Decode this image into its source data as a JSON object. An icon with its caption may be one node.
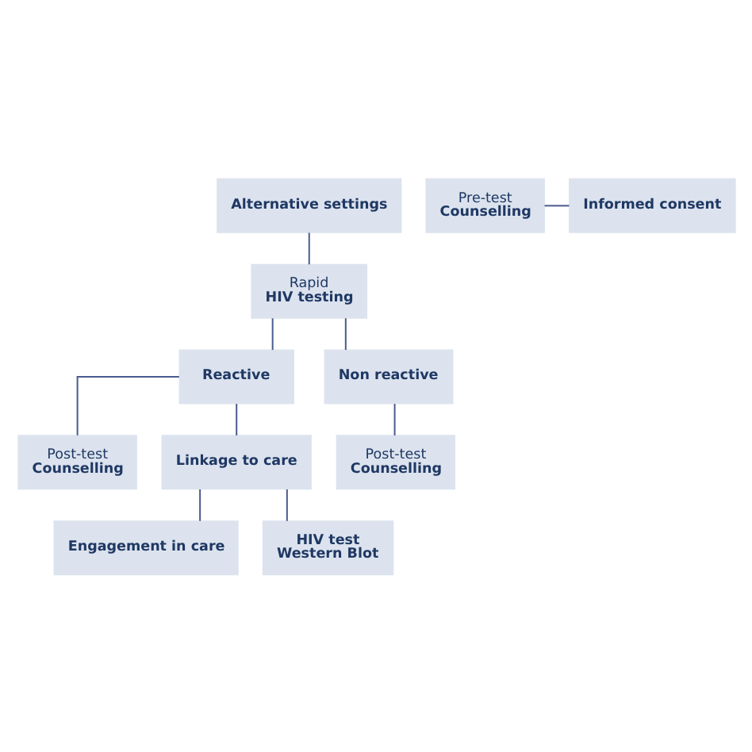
{
  "diagram": {
    "nodes": [
      {
        "text": [
          "Alternative settings"
        ]
      },
      {
        "text": [
          "Pre-test",
          "Counselling"
        ]
      },
      {
        "text": [
          "Informed consent"
        ]
      },
      {
        "text": [
          "Rapid",
          "HIV testing"
        ]
      },
      {
        "text": [
          "Reactive"
        ]
      },
      {
        "text": [
          "Non reactive"
        ]
      },
      {
        "text": [
          "Post-test",
          "Counselling"
        ]
      },
      {
        "text": [
          "Linkage to care"
        ]
      },
      {
        "text": [
          "Post-test",
          "Counselling"
        ]
      },
      {
        "text": [
          "Engagement in care"
        ]
      },
      {
        "text": [
          "HIV test",
          "Western Blot"
        ]
      }
    ],
    "edges": [
      {
        "from": 0,
        "to": 3,
        "arrow": "none"
      },
      {
        "from": 1,
        "to": 2,
        "arrow": "none"
      },
      {
        "from": 3,
        "to": 4,
        "arrow": "none"
      },
      {
        "from": 3,
        "to": 5,
        "arrow": "none"
      },
      {
        "from": 4,
        "to": 6,
        "arrow": "none"
      },
      {
        "from": 4,
        "to": 7,
        "arrow": "none"
      },
      {
        "from": 5,
        "to": 8,
        "arrow": "none"
      },
      {
        "from": 7,
        "to": 9,
        "arrow": "none"
      },
      {
        "from": 7,
        "to": 10,
        "arrow": "none"
      }
    ]
  }
}
